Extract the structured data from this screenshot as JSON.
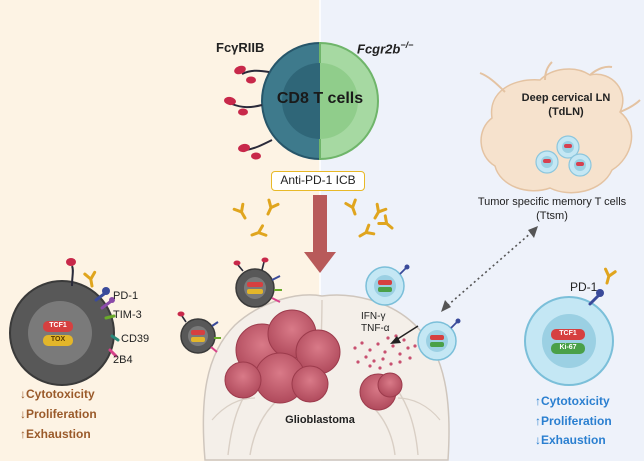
{
  "header": {
    "receptor": "FcγRIIB",
    "knockout_gene": "Fcgr2b",
    "knockout_sup": "−/−",
    "cell": "CD8 T cells"
  },
  "treatment": {
    "label": "Anti-PD-1 ICB"
  },
  "lymph_node": {
    "title_line1": "Deep cervical LN",
    "title_line2": "(TdLN)",
    "memory_line1": "Tumor specific memory T cells",
    "memory_line2": "(Ttsm)"
  },
  "left_cell": {
    "nucleus_top": "TCF1",
    "nucleus_bottom": "TOX",
    "markers": [
      "PD-1",
      "TIM-3",
      "CD39",
      "2B4"
    ]
  },
  "right_cell": {
    "receptor": "PD-1",
    "nucleus_top": "TCF1",
    "nucleus_bottom": "Ki-67"
  },
  "cytokines": {
    "line1": "IFN-γ",
    "line2": "TNF-α"
  },
  "tumor": {
    "label": "Glioblastoma"
  },
  "outcomes_left": {
    "items": [
      "↓Cytotoxicity",
      "↓Proliferation",
      "↑Exhaustion"
    ],
    "color": "#9a5a2a"
  },
  "outcomes_right": {
    "items": [
      "↑Cytotoxicity",
      "↑Proliferation",
      "↓Exhaustion"
    ],
    "color": "#2a7fd0"
  },
  "colors": {
    "left_panel": "#fdf3e4",
    "right_panel": "#eef2fa",
    "wt_cell": "#3e7a8c",
    "ko_cell": "#a6d9a2",
    "tumor": "#c86070",
    "arrow": "#b85a5a",
    "antibody": "#e0a51e"
  }
}
